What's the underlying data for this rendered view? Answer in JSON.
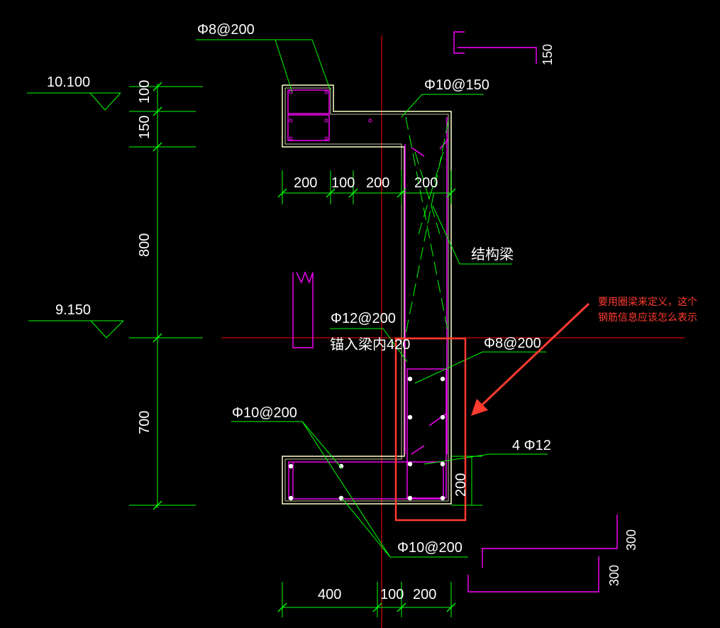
{
  "colors": {
    "background": "#000000",
    "dimension": "#00ff00",
    "concrete_outline": "#ffffcc",
    "rebar": "#ff00ff",
    "axis": "#ff0000",
    "highlight": "#ff3b30",
    "text": "#ffffff"
  },
  "elevations": {
    "top": "10.100",
    "mid": "9.150"
  },
  "vertical_dims": [
    "100",
    "150",
    "800",
    "700"
  ],
  "top_dims": [
    "200",
    "100",
    "200",
    "200"
  ],
  "bottom_dims": [
    "400",
    "100",
    "200"
  ],
  "side_dim": "200",
  "labels": {
    "top_slab_rebar": "Φ8@200",
    "top_beam_rebar": "Φ10@150",
    "structural_beam": "结构梁",
    "anchor_rebar": "Φ12@200",
    "anchor_note": "锚入梁内420",
    "stirrup": "Φ8@200",
    "bottom_rebar": "Φ10@200",
    "main_bars": "4 Φ12",
    "bottom_rebar_2": "Φ10@200"
  },
  "details": {
    "hook_150": "150",
    "hook_300a": "300",
    "hook_300b": "300"
  },
  "annotation": {
    "line1": "要用圈梁来定义，这个",
    "line2": "钢筋信息应该怎么表示"
  }
}
